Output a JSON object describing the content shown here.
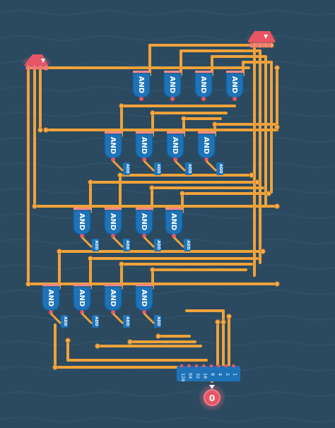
{
  "scene": "4-bit binary multiplier circuit",
  "colors": {
    "background": "#2b4a60",
    "wire": "#f0a23a",
    "wire_dark": "#d4862a",
    "node": "#f5a94a",
    "gate_body": "#1e73b8",
    "gate_dark": "#165a91",
    "input_pin": "#f07a7a",
    "output_pin": "#e85565",
    "output_glow": "#f05a6a",
    "display": "#1e73b8"
  },
  "gates": {
    "and_label": "AND",
    "add_label": "ADD"
  },
  "inputs": {
    "left_pins": 4,
    "right_pins": 4
  },
  "output_display": {
    "bit_labels": [
      "128",
      "64",
      "32",
      "16",
      "8",
      "4",
      "2",
      "1"
    ],
    "value": "0",
    "icons": [
      "output-arrow-icon"
    ]
  }
}
